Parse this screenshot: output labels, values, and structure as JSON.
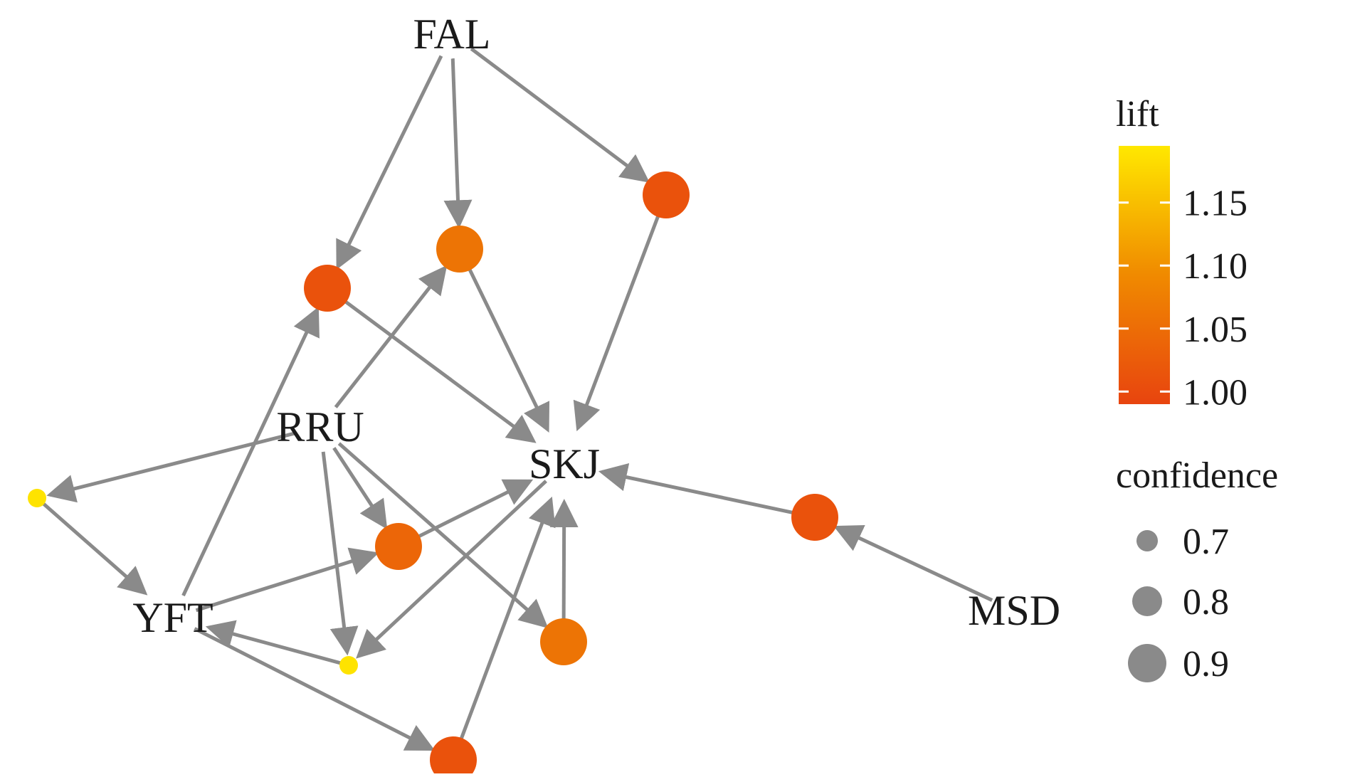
{
  "diagram": {
    "nodes": [
      {
        "id": "FAL",
        "label": "FAL",
        "kind": "item"
      },
      {
        "id": "RRU",
        "label": "RRU",
        "kind": "item"
      },
      {
        "id": "SKJ",
        "label": "SKJ",
        "kind": "item"
      },
      {
        "id": "YFT",
        "label": "YFT",
        "kind": "item"
      },
      {
        "id": "MSD",
        "label": "MSD",
        "kind": "item"
      },
      {
        "id": "r1",
        "kind": "rule",
        "lift": 1.01,
        "confidence": 0.9
      },
      {
        "id": "r2",
        "kind": "rule",
        "lift": 1.06,
        "confidence": 0.9
      },
      {
        "id": "r3",
        "kind": "rule",
        "lift": 1.01,
        "confidence": 0.9
      },
      {
        "id": "r4",
        "kind": "rule",
        "lift": 1.19,
        "confidence": 0.7
      },
      {
        "id": "r5",
        "kind": "rule",
        "lift": 1.04,
        "confidence": 0.9
      },
      {
        "id": "r6",
        "kind": "rule",
        "lift": 1.19,
        "confidence": 0.7
      },
      {
        "id": "r7",
        "kind": "rule",
        "lift": 1.06,
        "confidence": 0.9
      },
      {
        "id": "r8",
        "kind": "rule",
        "lift": 1.01,
        "confidence": 0.9
      },
      {
        "id": "r9",
        "kind": "rule",
        "lift": 1.01,
        "confidence": 0.9
      }
    ],
    "edges": [
      [
        "FAL",
        "r1"
      ],
      [
        "FAL",
        "r2"
      ],
      [
        "FAL",
        "r3"
      ],
      [
        "r1",
        "SKJ"
      ],
      [
        "r2",
        "SKJ"
      ],
      [
        "r3",
        "SKJ"
      ],
      [
        "RRU",
        "r2"
      ],
      [
        "RRU",
        "r4"
      ],
      [
        "RRU",
        "r5"
      ],
      [
        "RRU",
        "r6"
      ],
      [
        "RRU",
        "r7"
      ],
      [
        "YFT",
        "r3"
      ],
      [
        "YFT",
        "r5"
      ],
      [
        "YFT",
        "r8"
      ],
      [
        "r4",
        "YFT"
      ],
      [
        "r6",
        "YFT"
      ],
      [
        "r5",
        "SKJ"
      ],
      [
        "r7",
        "SKJ"
      ],
      [
        "r8",
        "SKJ"
      ],
      [
        "SKJ",
        "r6"
      ],
      [
        "MSD",
        "r9"
      ],
      [
        "r9",
        "SKJ"
      ]
    ],
    "colors": {
      "edge": "#8a8a8a",
      "lift_low": "#e8440f",
      "lift_mid": "#f08a00",
      "lift_high": "#ffe800"
    }
  },
  "legend": {
    "lift": {
      "title": "lift",
      "ticks": [
        "1.15",
        "1.10",
        "1.05",
        "1.00"
      ],
      "tick_values": [
        1.15,
        1.1,
        1.05,
        1.0
      ],
      "range": [
        0.99,
        1.195
      ]
    },
    "confidence": {
      "title": "confidence",
      "items": [
        {
          "label": "0.7",
          "value": 0.7
        },
        {
          "label": "0.8",
          "value": 0.8
        },
        {
          "label": "0.9",
          "value": 0.9
        }
      ],
      "color": "#8a8a8a"
    }
  }
}
